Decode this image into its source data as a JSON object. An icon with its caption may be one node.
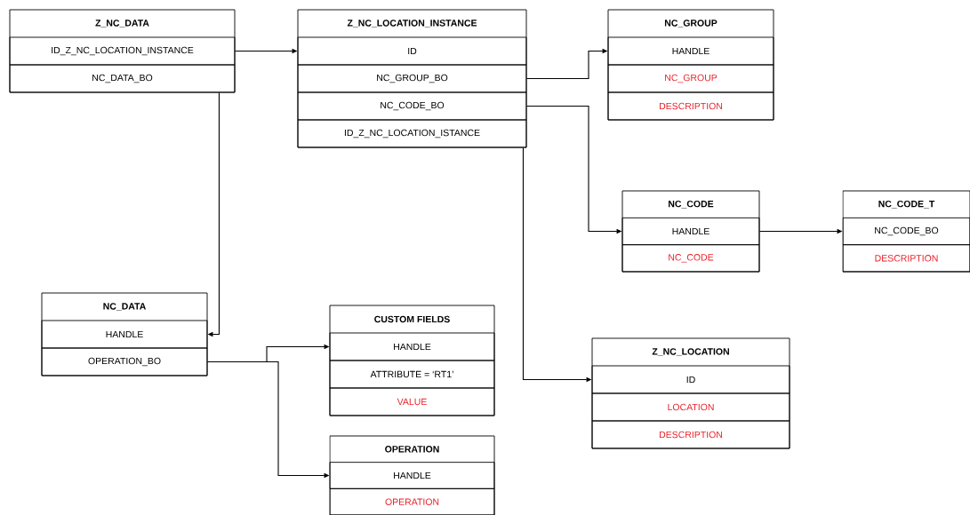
{
  "diagram": {
    "nodes": [
      {
        "text": [
          "Z_NC_DATA"
        ]
      },
      {
        "text": [
          "ID_Z_NC_LOCATION_INSTANCE"
        ],
        "in": 0
      },
      {
        "text": [
          "NC_DATA_BO"
        ],
        "in": 0
      },
      {
        "text": [
          "Z_NC_LOCATION_INSTANCE"
        ]
      },
      {
        "text": [
          "ID"
        ],
        "in": 3
      },
      {
        "text": [
          "NC_GROUP_BO"
        ],
        "in": 3
      },
      {
        "text": [
          "NC_CODE_BO"
        ],
        "in": 3
      },
      {
        "text": [
          "ID_Z_NC_LOCATION_ISTANCE"
        ],
        "in": 3
      },
      {
        "text": [
          "NC_GROUP"
        ]
      },
      {
        "text": [
          "HANDLE"
        ],
        "in": 8
      },
      {
        "text": [
          "NC_GROUP"
        ],
        "in": 8
      },
      {
        "text": [
          "DESCRIPTION"
        ],
        "in": 8
      },
      {
        "text": [
          "NC_CODE"
        ]
      },
      {
        "text": [
          "HANDLE"
        ],
        "in": 12
      },
      {
        "text": [
          "NC_CODE"
        ],
        "in": 12
      },
      {
        "text": [
          "NC_CODE_T"
        ]
      },
      {
        "text": [
          "NC_CODE_BO"
        ],
        "in": 15
      },
      {
        "text": [
          "DESCRIPTION"
        ],
        "in": 15
      },
      {
        "text": [
          "NC_DATA"
        ]
      },
      {
        "text": [
          "HANDLE"
        ],
        "in": 18
      },
      {
        "text": [
          "OPERATION_BO"
        ],
        "in": 18
      },
      {
        "text": [
          "CUSTOM FIELDS"
        ]
      },
      {
        "text": [
          "HANDLE"
        ],
        "in": 21
      },
      {
        "text": [
          "ATTRIBUTE = ‘RT1’"
        ],
        "in": 21
      },
      {
        "text": [
          "VALUE"
        ],
        "in": 21
      },
      {
        "text": [
          "Z_NC_LOCATION"
        ]
      },
      {
        "text": [
          "ID"
        ],
        "in": 25
      },
      {
        "text": [
          "LOCATION"
        ],
        "in": 25
      },
      {
        "text": [
          "DESCRIPTION"
        ],
        "in": 25
      },
      {
        "text": [
          "OPERATION"
        ]
      },
      {
        "text": [
          "HANDLE"
        ],
        "in": 29
      },
      {
        "text": [
          "OPERATION"
        ],
        "in": 29
      }
    ],
    "edges": [
      {
        "from": 1,
        "to": 4,
        "arrow": "to"
      },
      {
        "from": 5,
        "to": 9,
        "arrow": "to"
      },
      {
        "from": 6,
        "to": 13,
        "arrow": "to"
      },
      {
        "from": 7,
        "to": 26,
        "arrow": "to"
      },
      {
        "from": 13,
        "to": 16,
        "arrow": "to"
      },
      {
        "from": 2,
        "to": 19,
        "arrow": "to"
      },
      {
        "from": 20,
        "to": 22,
        "arrow": "to"
      },
      {
        "from": 20,
        "to": 30,
        "arrow": "to"
      }
    ]
  }
}
